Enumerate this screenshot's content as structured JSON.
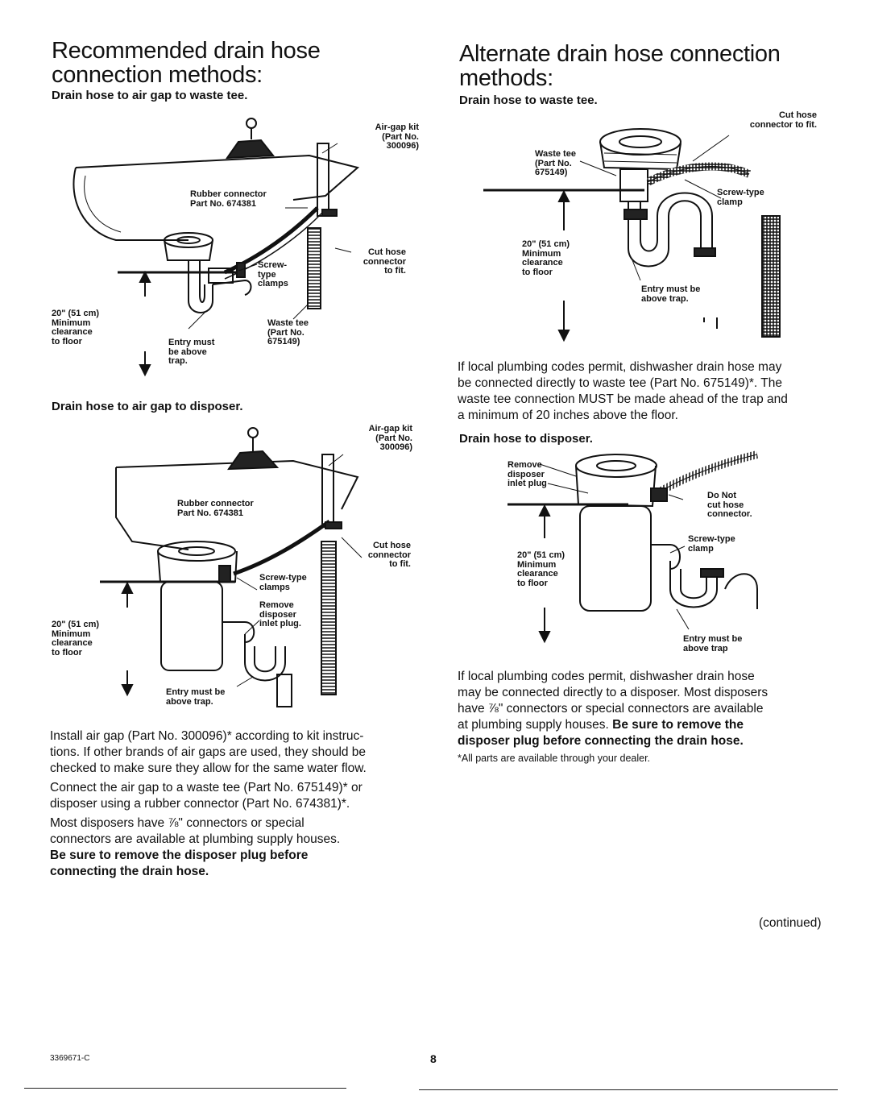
{
  "left": {
    "title_line1": "Recommended drain hose",
    "title_line2": "connection methods:",
    "fig1": {
      "caption": "Drain hose to air gap to waste tee.",
      "airgap_kit_1": "Air-gap kit",
      "airgap_kit_2": "(Part No.",
      "airgap_kit_3": "300096)",
      "rubber_1": "Rubber connector",
      "rubber_2": "Part No. 674381",
      "cut_1": "Cut hose",
      "cut_2": "connector",
      "cut_3": "to fit.",
      "screw_1": "Screw-",
      "screw_2": "type",
      "screw_3": "clamps",
      "clear_1": "20\" (51 cm)",
      "clear_2": "Minimum",
      "clear_3": "clearance",
      "clear_4": "to floor",
      "entry_1": "Entry must",
      "entry_2": "be above",
      "entry_3": "trap.",
      "tee_1": "Waste tee",
      "tee_2": "(Part No.",
      "tee_3": "675149)"
    },
    "fig2": {
      "caption": "Drain hose to air gap to disposer.",
      "airgap_kit_1": "Air-gap kit",
      "airgap_kit_2": "(Part No.",
      "airgap_kit_3": "300096)",
      "rubber_1": "Rubber connector",
      "rubber_2": "Part No. 674381",
      "cut_1": "Cut hose",
      "cut_2": "connector",
      "cut_3": "to fit.",
      "screw_1": "Screw-type",
      "screw_2": "clamps",
      "remove_1": "Remove",
      "remove_2": "disposer",
      "remove_3": "inlet plug.",
      "clear_1": "20\" (51 cm)",
      "clear_2": "Minimum",
      "clear_3": "clearance",
      "clear_4": "to floor",
      "entry_1": "Entry must be",
      "entry_2": "above trap."
    },
    "para1_l1": "Install air gap (Part No. 300096)* according to kit instruc-",
    "para1_l2": "tions. If other brands of air gaps are used, they should be",
    "para1_l3": "checked to make sure they allow for the same water flow.",
    "para2_l1": "Connect the air gap to a waste tee (Part No. 675149)* or",
    "para2_l2": "disposer using a rubber connector (Part No. 674381)*.",
    "para3_l1": "Most disposers have ⅞\" connectors or special",
    "para3_l2": "connectors are available at plumbing supply houses.",
    "para3_b1": "Be sure to remove the disposer plug before",
    "para3_b2": "connecting the drain hose."
  },
  "right": {
    "title_line1": "Alternate drain hose connection",
    "title_line2": "methods:",
    "fig3": {
      "caption": "Drain hose to waste tee.",
      "cut_1": "Cut hose",
      "cut_2": "connector to fit.",
      "tee_1": "Waste tee",
      "tee_2": "(Part No.",
      "tee_3": "675149)",
      "screw_1": "Screw-type",
      "screw_2": "clamp",
      "clear_1": "20\" (51 cm)",
      "clear_2": "Minimum",
      "clear_3": "clearance",
      "clear_4": "to floor",
      "entry_1": "Entry must be",
      "entry_2": "above trap."
    },
    "para1_l1": "If local plumbing codes permit, dishwasher drain hose may",
    "para1_l2": "be connected directly to waste tee (Part No. 675149)*. The",
    "para1_l3": "waste tee connection MUST be made ahead of the trap and",
    "para1_l4": "a minimum of 20 inches above the floor.",
    "fig4": {
      "caption": "Drain hose to disposer.",
      "remove_1": "Remove",
      "remove_2": "disposer",
      "remove_3": "inlet plug",
      "donot_1": "Do Not",
      "donot_2": "cut hose",
      "donot_3": "connector.",
      "screw_1": "Screw-type",
      "screw_2": "clamp",
      "clear_1": "20\" (51 cm)",
      "clear_2": "Minimum",
      "clear_3": "clearance",
      "clear_4": "to floor",
      "entry_1": "Entry must be",
      "entry_2": "above trap"
    },
    "para2_l1": "If local plumbing codes permit, dishwasher drain hose",
    "para2_l2": "may be connected directly to a disposer. Most disposers",
    "para2_l3": "have ⅞\" connectors or special connectors are available",
    "para2_l4a": "at plumbing supply houses. ",
    "para2_l4b": "Be sure to remove the",
    "para2_l5": "disposer plug before connecting the drain hose.",
    "footnote": "*All parts are available through your dealer."
  },
  "continued": "(continued)",
  "doc_number": "3369671-C",
  "page_number": "8"
}
